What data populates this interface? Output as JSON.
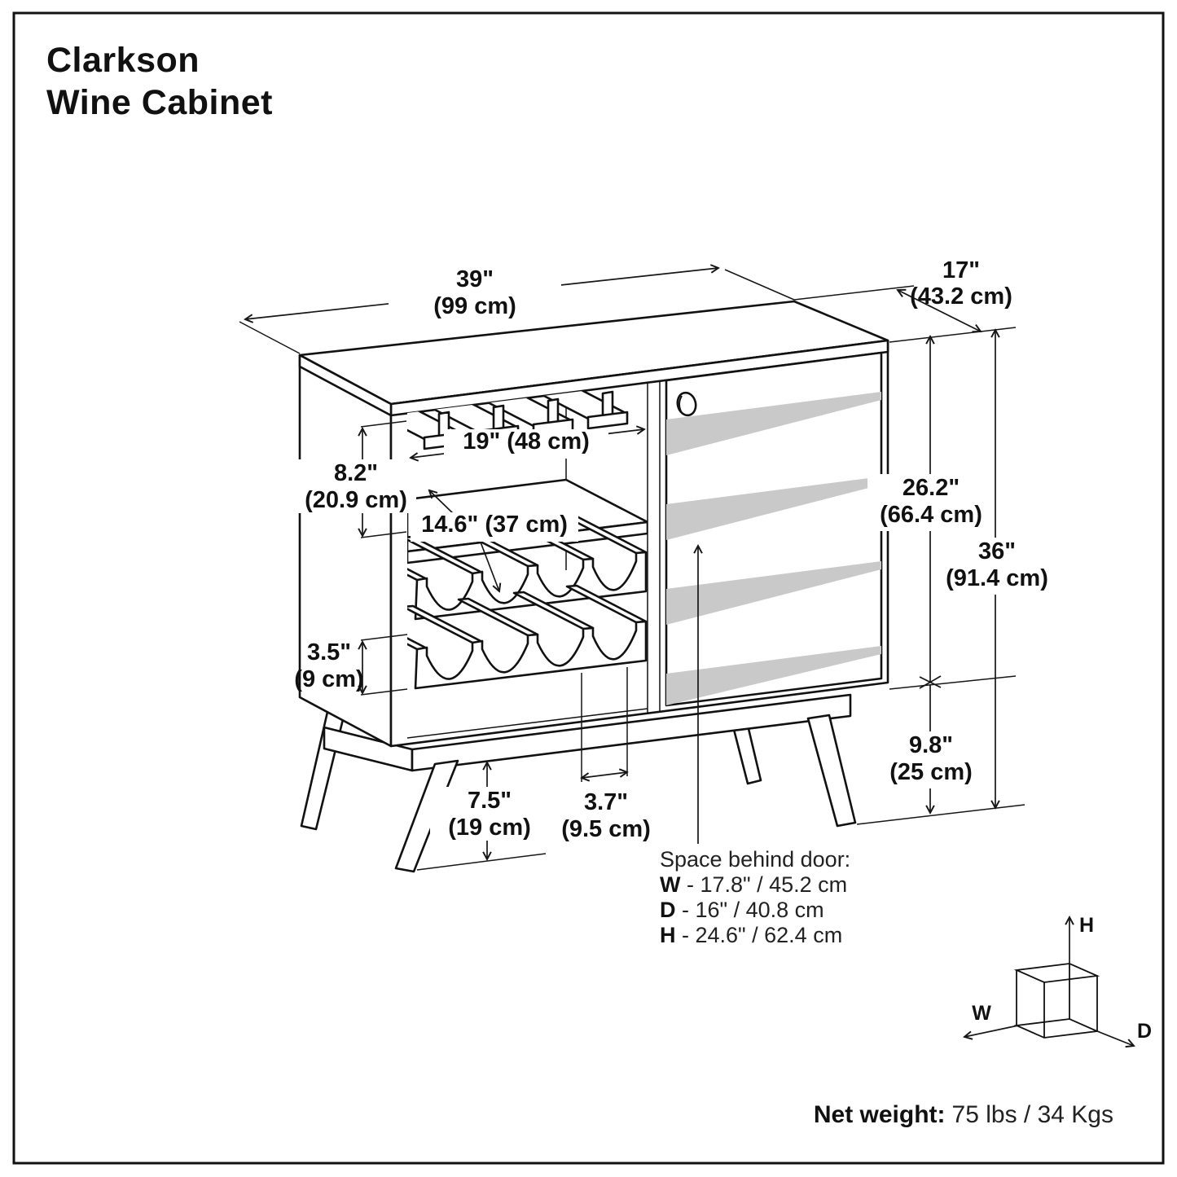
{
  "title": {
    "line1": "Clarkson",
    "line2": "Wine Cabinet"
  },
  "dimensions": {
    "width_in": "39\"",
    "width_cm": "(99 cm)",
    "depth_in": "17\"",
    "depth_cm": "(43.2 cm)",
    "glass_section_in": "8.2\"",
    "glass_section_cm": "(20.9 cm)",
    "interior_width": "19\" (48 cm)",
    "shelf_depth": "14.6\" (37 cm)",
    "wine_rack_in": "3.5\"",
    "wine_rack_cm": "(9 cm)",
    "body_height_in": "26.2\"",
    "body_height_cm": "(66.4 cm)",
    "total_height_in": "36\"",
    "total_height_cm": "(91.4 cm)",
    "clearance_in": "9.8\"",
    "clearance_cm": "(25 cm)",
    "leg_height_in": "7.5\"",
    "leg_height_cm": "(19 cm)",
    "bottle_slot_in": "3.7\"",
    "bottle_slot_cm": "(9.5 cm)"
  },
  "space_behind_door": {
    "heading": "Space behind door:",
    "rows": [
      {
        "label": "W",
        "value": "- 17.8\" / 45.2 cm"
      },
      {
        "label": "D",
        "value": "- 16\" / 40.8 cm"
      },
      {
        "label": "H",
        "value": "- 24.6\" / 62.4 cm"
      }
    ]
  },
  "axis_cube": {
    "h": "H",
    "w": "W",
    "d": "D"
  },
  "net_weight": {
    "label": "Net weight:",
    "value": "75 lbs / 34 Kgs"
  },
  "colors": {
    "line": "#111111",
    "stripe": "#c9c9c9",
    "background": "#ffffff"
  }
}
